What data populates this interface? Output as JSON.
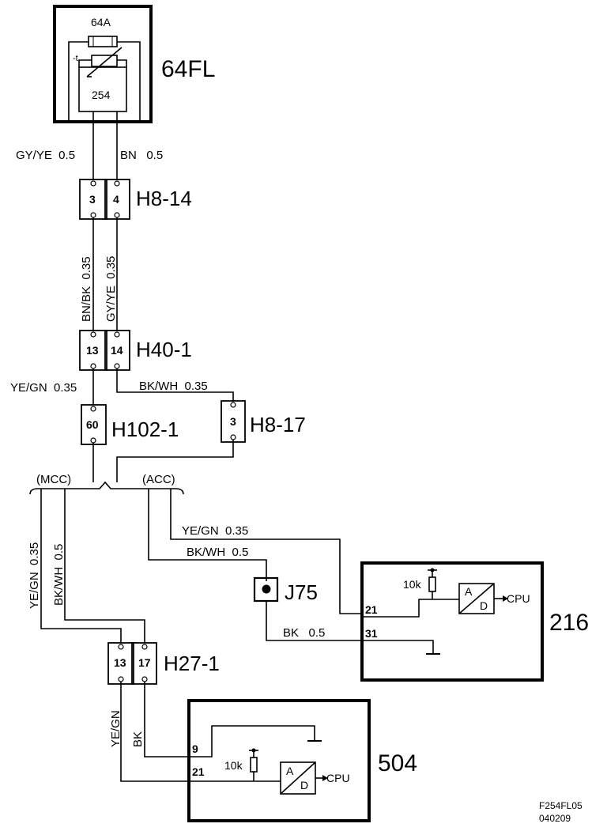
{
  "components": {
    "fuse_box": {
      "label": "64FL",
      "fuse": "64A",
      "relay": "254"
    },
    "module_216": {
      "label": "216",
      "pin_in": "21",
      "pin_gnd": "31",
      "resistor": "10k",
      "adc_a": "A",
      "adc_d": "D",
      "cpu": "CPU"
    },
    "module_504": {
      "label": "504",
      "pin_gnd": "9",
      "pin_in": "21",
      "resistor": "10k",
      "adc_a": "A",
      "adc_d": "D",
      "cpu": "CPU"
    }
  },
  "connectors": {
    "h8_14": {
      "label": "H8-14",
      "pin_left": "3",
      "pin_right": "4"
    },
    "h40_1": {
      "label": "H40-1",
      "pin_left": "13",
      "pin_right": "14"
    },
    "h102_1": {
      "label": "H102-1",
      "pin": "60"
    },
    "h8_17": {
      "label": "H8-17",
      "pin": "3"
    },
    "j75": {
      "label": "J75"
    },
    "h27_1": {
      "label": "H27-1",
      "pin_left": "13",
      "pin_right": "17"
    }
  },
  "wires": {
    "w1": "GY/YE  0.5",
    "w2": "BN   0.5",
    "w3": "BN/BK  0.35",
    "w4": "GY/YE  0.35",
    "w5": "YE/GN  0.35",
    "w6": "BK/WH  0.35",
    "mcc": "(MCC)",
    "acc": "(ACC)",
    "w7": "YE/GN  0.35",
    "w8": "BK/WH  0.5",
    "w9": "YE/GN  0.35",
    "w10": "BK/WH  0.5",
    "w11": "BK   0.5",
    "w12": "YE/GN",
    "w13": "BK"
  },
  "footer": {
    "code": "F254FL05",
    "date": "040209"
  }
}
